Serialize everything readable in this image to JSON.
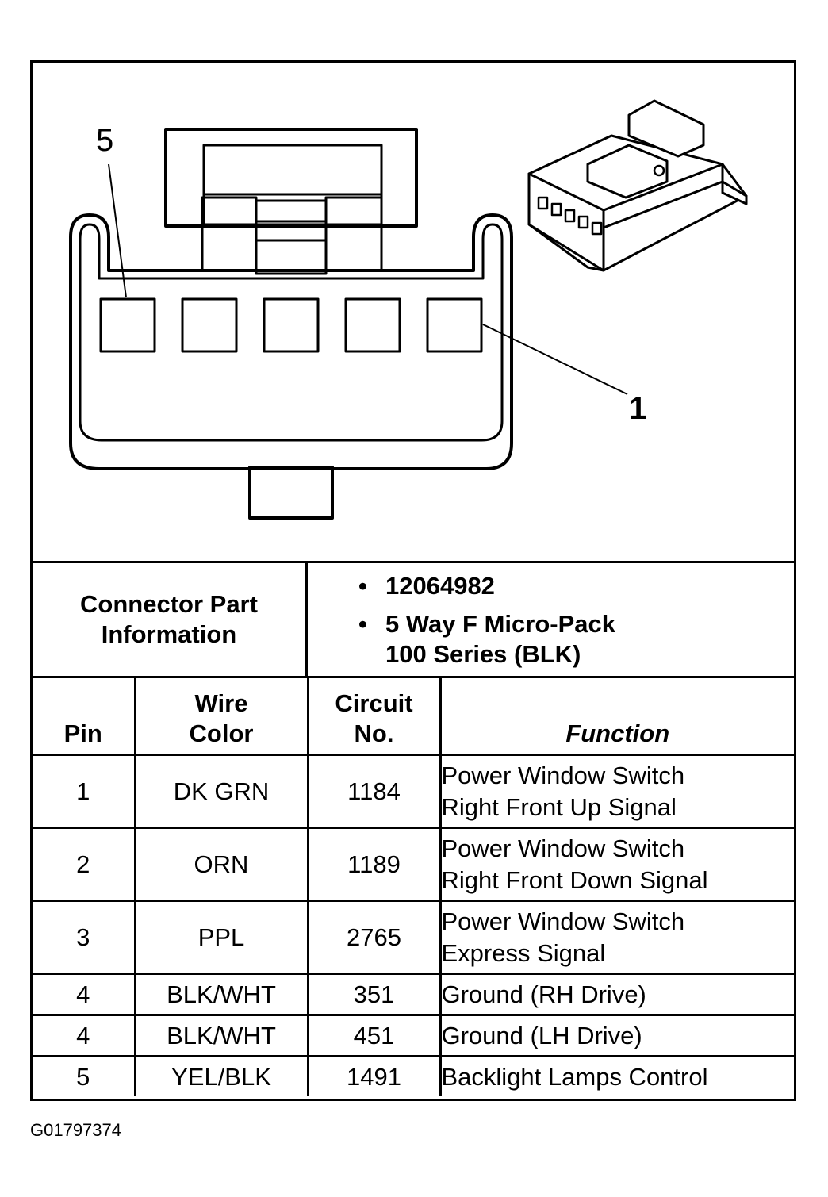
{
  "diagram": {
    "pin_callout_left": "5",
    "pin_callout_right": "1"
  },
  "connector_info": {
    "label": "Connector Part Information",
    "bullet_symbol": "•",
    "part_number": "12064982",
    "description": "5 Way F Micro-Pack\n100 Series (BLK)"
  },
  "table": {
    "headers": {
      "pin": "Pin",
      "wire_color": "Wire Color",
      "circuit_no": "Circuit No.",
      "function": "Function"
    },
    "rows": [
      {
        "pin": "1",
        "wire_color": "DK GRN",
        "circuit": "1184",
        "function": "Power Window Switch\nRight Front Up Signal"
      },
      {
        "pin": "2",
        "wire_color": "ORN",
        "circuit": "1189",
        "function": "Power Window Switch\nRight Front Down Signal"
      },
      {
        "pin": "3",
        "wire_color": "PPL",
        "circuit": "2765",
        "function": "Power Window Switch\nExpress Signal"
      },
      {
        "pin": "4",
        "wire_color": "BLK/WHT",
        "circuit": "351",
        "function": "Ground (RH Drive)"
      },
      {
        "pin": "4",
        "wire_color": "BLK/WHT",
        "circuit": "451",
        "function": "Ground (LH Drive)"
      },
      {
        "pin": "5",
        "wire_color": "YEL/BLK",
        "circuit": "1491",
        "function": "Backlight Lamps Control"
      }
    ]
  },
  "figure_id": "G01797374"
}
